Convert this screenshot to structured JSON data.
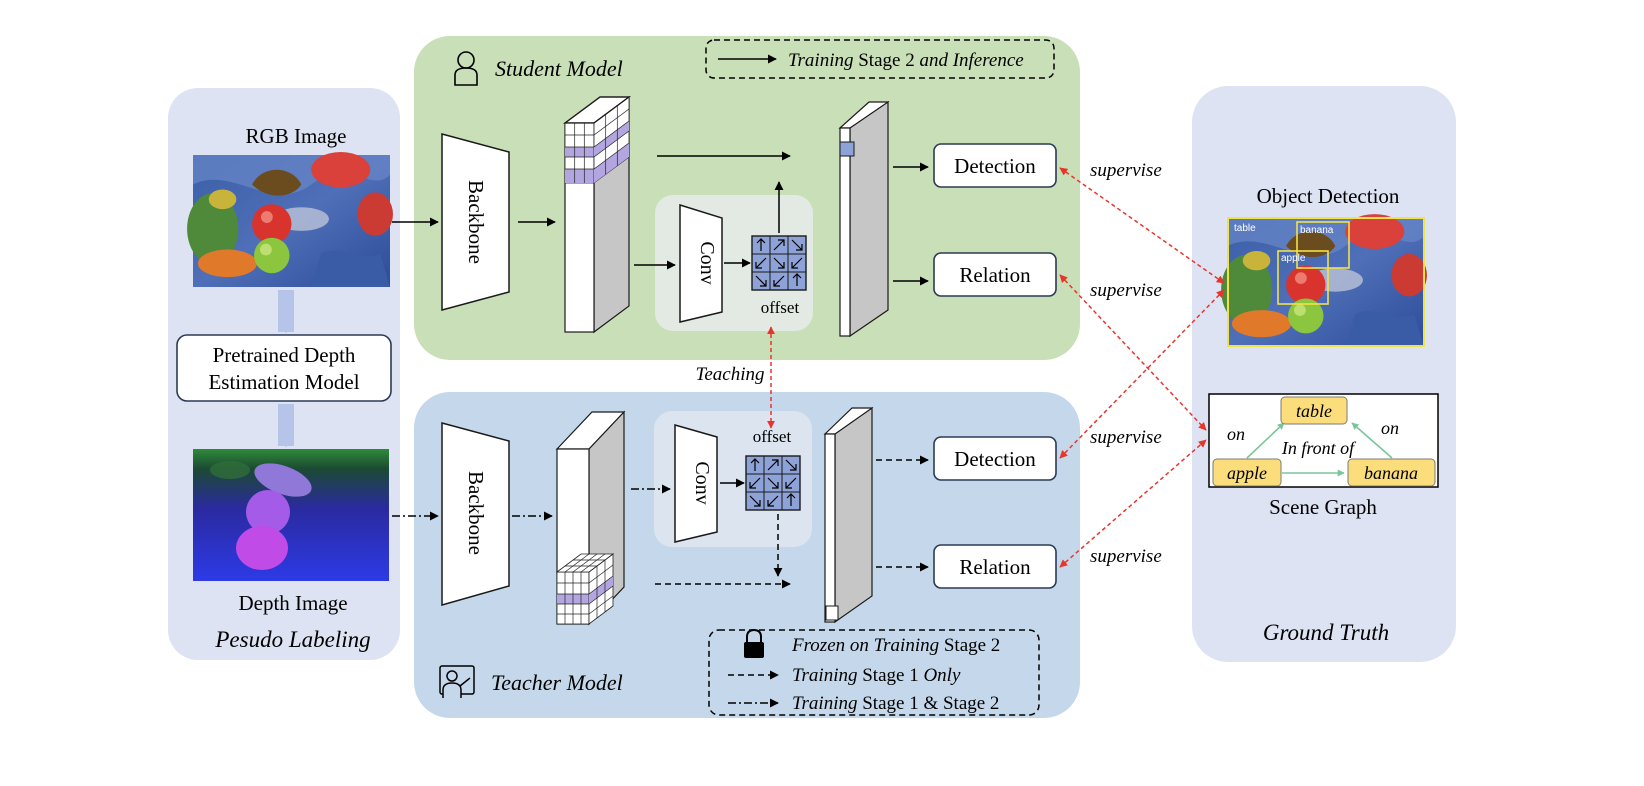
{
  "pseudo": {
    "rgb_label": "RGB Image",
    "depth_model_line1": "Pretrained Depth",
    "depth_model_line2": "Estimation Model",
    "depth_label": "Depth Image",
    "panel_title": "Pesudo Labeling"
  },
  "student": {
    "title": "Student Model",
    "legend": {
      "italic_a": "Training",
      "roman": "Stage 2",
      "italic_b": "and Inference"
    },
    "backbone": "Backbone",
    "conv": "Conv",
    "offset": "offset",
    "detection": "Detection",
    "relation": "Relation"
  },
  "teaching": "Teaching",
  "teacher": {
    "title": "Teacher Model",
    "backbone": "Backbone",
    "conv": "Conv",
    "offset": "offset",
    "detection": "Detection",
    "relation": "Relation",
    "legend": [
      {
        "italic_a": "Frozen on Training",
        "roman": "Stage 2",
        "italic_b": "",
        "marker": "lock-icon"
      },
      {
        "italic_a": "Training",
        "roman": "Stage 1",
        "italic_b": "Only",
        "marker": "dashed-arrow"
      },
      {
        "italic_a": "Training",
        "roman": "Stage 1 & Stage 2",
        "italic_b": "",
        "marker": "dash-dot-arrow"
      }
    ]
  },
  "supervise": [
    "supervise",
    "supervise",
    "supervise",
    "supervise"
  ],
  "ground_truth": {
    "od_title": "Object Detection",
    "boxes": [
      "table",
      "banana",
      "apple"
    ],
    "sg_nodes": {
      "top": "table",
      "left": "apple",
      "right": "banana"
    },
    "sg_edges": {
      "left": "on",
      "right": "on",
      "middle": "In front of"
    },
    "sg_title": "Scene Graph",
    "panel_title": "Ground Truth"
  },
  "colors": {
    "student_bg": "#c9dfb7",
    "teacher_bg": "#c5d8eb",
    "side_panel_bg": "#dde3f2",
    "inner_bg": "#e2eae3",
    "offset_grid": "#8da3d8",
    "purple_cell": "#b3a6e0",
    "node_yellow": "#fcdd7c",
    "edge_green": "#79c59c",
    "supervise_arrow": "#e8352c"
  }
}
